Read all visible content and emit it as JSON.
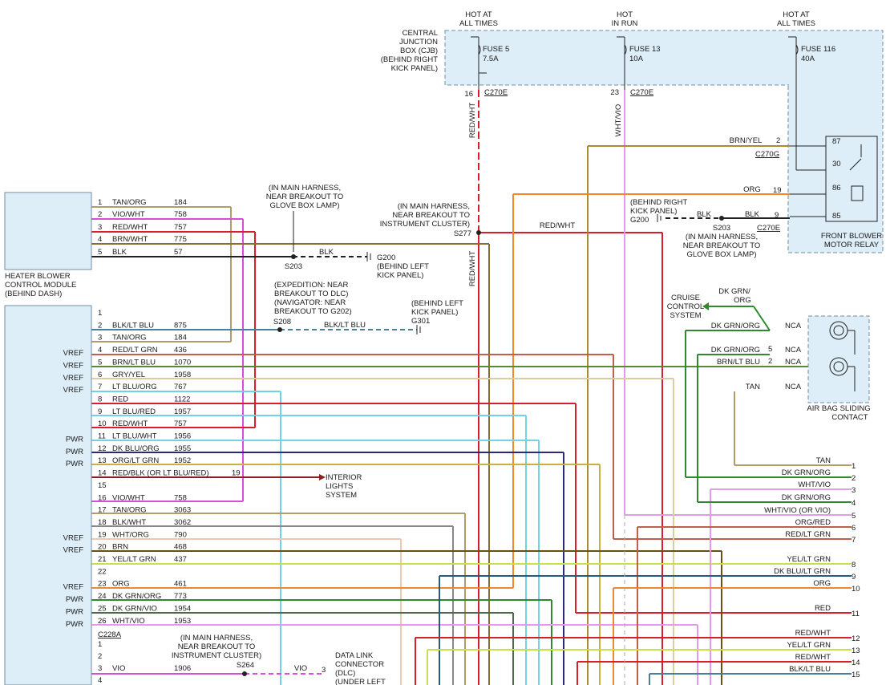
{
  "heater_module": {
    "label": [
      "HEATER BLOWER",
      "CONTROL MODULE",
      "(BEHIND DASH)"
    ],
    "pins": [
      {
        "num": "1",
        "color": "TAN/ORG",
        "circuit": "184"
      },
      {
        "num": "2",
        "color": "VIO/WHT",
        "circuit": "758"
      },
      {
        "num": "3",
        "color": "RED/WHT",
        "circuit": "757"
      },
      {
        "num": "4",
        "color": "BRN/WHT",
        "circuit": "775"
      },
      {
        "num": "5",
        "color": "BLK",
        "circuit": "57"
      }
    ]
  },
  "connector_pins": [
    {
      "num": "1",
      "side": "",
      "color": "",
      "circuit": ""
    },
    {
      "num": "2",
      "side": "",
      "color": "BLK/LT BLU",
      "circuit": "875"
    },
    {
      "num": "3",
      "side": "",
      "color": "TAN/ORG",
      "circuit": "184"
    },
    {
      "num": "4",
      "side": "VREF",
      "color": "RED/LT GRN",
      "circuit": "436"
    },
    {
      "num": "5",
      "side": "VREF",
      "color": "BRN/LT BLU",
      "circuit": "1070"
    },
    {
      "num": "6",
      "side": "VREF",
      "color": "GRY/YEL",
      "circuit": "1958"
    },
    {
      "num": "7",
      "side": "VREF",
      "color": "LT BLU/ORG",
      "circuit": "767"
    },
    {
      "num": "8",
      "side": "",
      "color": "RED",
      "circuit": "1122"
    },
    {
      "num": "9",
      "side": "",
      "color": "LT BLU/RED",
      "circuit": "1957"
    },
    {
      "num": "10",
      "side": "",
      "color": "RED/WHT",
      "circuit": "757"
    },
    {
      "num": "11",
      "side": "PWR",
      "color": "LT BLU/WHT",
      "circuit": "1956"
    },
    {
      "num": "12",
      "side": "PWR",
      "color": "DK BLU/ORG",
      "circuit": "1955"
    },
    {
      "num": "13",
      "side": "PWR",
      "color": "ORG/LT GRN",
      "circuit": "1952"
    },
    {
      "num": "14",
      "side": "",
      "color": "RED/BLK (OR LT BLU/RED)",
      "circuit": "19"
    },
    {
      "num": "15",
      "side": "",
      "color": "",
      "circuit": ""
    },
    {
      "num": "16",
      "side": "",
      "color": "VIO/WHT",
      "circuit": "758"
    },
    {
      "num": "17",
      "side": "",
      "color": "TAN/ORG",
      "circuit": "3063"
    },
    {
      "num": "18",
      "side": "",
      "color": "BLK/WHT",
      "circuit": "3062"
    },
    {
      "num": "19",
      "side": "VREF",
      "color": "WHT/ORG",
      "circuit": "790"
    },
    {
      "num": "20",
      "side": "VREF",
      "color": "BRN",
      "circuit": "468"
    },
    {
      "num": "21",
      "side": "",
      "color": "YEL/LT GRN",
      "circuit": "437"
    },
    {
      "num": "22",
      "side": "",
      "color": "",
      "circuit": ""
    },
    {
      "num": "23",
      "side": "VREF",
      "color": "ORG",
      "circuit": "461"
    },
    {
      "num": "24",
      "side": "PWR",
      "color": "DK GRN/ORG",
      "circuit": "773"
    },
    {
      "num": "25",
      "side": "PWR",
      "color": "DK GRN/VIO",
      "circuit": "1954"
    },
    {
      "num": "26",
      "side": "PWR",
      "color": "WHT/VIO",
      "circuit": "1953"
    }
  ],
  "c228a": {
    "label": "C228A",
    "pins": [
      {
        "num": "1",
        "color": "",
        "circuit": ""
      },
      {
        "num": "2",
        "color": "",
        "circuit": ""
      },
      {
        "num": "3",
        "color": "VIO",
        "circuit": "1906"
      },
      {
        "num": "4",
        "color": "",
        "circuit": ""
      }
    ]
  },
  "cjb": {
    "label": [
      "CENTRAL",
      "JUNCTION",
      "BOX (CJB)",
      "(BEHIND RIGHT",
      "KICK PANEL)"
    ],
    "feeds": [
      {
        "hot": [
          "HOT AT",
          "ALL TIMES"
        ],
        "fuse": "FUSE 5",
        "amps": "7.5A"
      },
      {
        "hot": [
          "HOT",
          "IN RUN"
        ],
        "fuse": "FUSE 13",
        "amps": "10A"
      },
      {
        "hot": [
          "HOT AT",
          "ALL TIMES"
        ],
        "fuse": "FUSE 116",
        "amps": "40A"
      }
    ],
    "pin_16": "16",
    "pin_23": "23",
    "conn": "C270E"
  },
  "wires": {
    "red_wht": "RED/WHT",
    "wht_vio": "WHT/VIO",
    "brn_yel": "BRN/YEL",
    "org": "ORG",
    "blk": "BLK",
    "blk_lt_blu": "BLK/LT BLU",
    "vio": "VIO"
  },
  "relay": {
    "label": [
      "FRONT BLOWER",
      "MOTOR RELAY"
    ],
    "terminals": [
      "87",
      "30",
      "86",
      "85"
    ],
    "pin_2": "2",
    "pin_19": "19",
    "pin_9": "9",
    "conn_g": "C270G",
    "conn_e": "C270E"
  },
  "splices": {
    "s203_main": [
      "(IN MAIN HARNESS,",
      "NEAR BREAKOUT TO",
      "GLOVE BOX LAMP)"
    ],
    "s203": "S203",
    "g200_left": [
      "G200",
      "(BEHIND LEFT",
      "KICK PANEL)"
    ],
    "s277_note": [
      "(IN MAIN HARNESS,",
      "NEAR BREAKOUT TO",
      "INSTRUMENT CLUSTER)"
    ],
    "s277": "S277",
    "s208_note": [
      "(EXPEDITION: NEAR",
      "BREAKOUT TO DLC)",
      "(NAVIGATOR: NEAR",
      "BREAKOUT TO G202)"
    ],
    "s208": "S208",
    "g301_note": [
      "(BEHIND LEFT",
      "KICK PANEL)"
    ],
    "g301": "G301",
    "g200_right_note": [
      "(BEHIND RIGHT",
      "KICK PANEL)"
    ],
    "g200": "G200",
    "s203_right": "S203",
    "s203_right_note": [
      "(IN MAIN HARNESS,",
      "NEAR BREAKOUT TO",
      "GLOVE BOX LAMP)"
    ],
    "s264_note": [
      "(IN MAIN HARNESS,",
      "NEAR BREAKOUT TO",
      "INSTRUMENT CLUSTER)"
    ],
    "s264": "S264"
  },
  "interior_lights": [
    "INTERIOR",
    "LIGHTS",
    "SYSTEM"
  ],
  "cruise": [
    "CRUISE",
    "CONTROL",
    "SYSTEM"
  ],
  "cruise_wire": [
    "DK GRN/",
    "ORG"
  ],
  "dlc": {
    "pin": "3",
    "label": [
      "DATA LINK",
      "CONNECTOR",
      "(DLC)",
      "(UNDER LEFT"
    ]
  },
  "airbag": {
    "label": [
      "AIR BAG SLIDING",
      "CONTACT"
    ],
    "rows": [
      {
        "color": "DK GRN/ORG",
        "pin": "",
        "nca": "NCA"
      },
      {
        "color": "DK GRN/ORG",
        "pin": "5",
        "nca": "NCA"
      },
      {
        "color": "BRN/LT BLU",
        "pin": "2",
        "nca": "NCA"
      },
      {
        "color": "TAN",
        "pin": "",
        "nca": "NCA"
      }
    ]
  },
  "right_pins": [
    {
      "num": "1",
      "color": "TAN"
    },
    {
      "num": "2",
      "color": "DK GRN/ORG"
    },
    {
      "num": "3",
      "color": "WHT/VIO"
    },
    {
      "num": "4",
      "color": "DK GRN/ORG"
    },
    {
      "num": "5",
      "color": "WHT/VIO (OR VIO)"
    },
    {
      "num": "6",
      "color": "ORG/RED"
    },
    {
      "num": "7",
      "color": "RED/LT GRN"
    },
    {
      "num": "8",
      "color": "YEL/LT GRN"
    },
    {
      "num": "9",
      "color": "DK BLU/LT GRN"
    },
    {
      "num": "10",
      "color": "ORG"
    },
    {
      "num": "11",
      "color": "RED"
    },
    {
      "num": "12",
      "color": "RED/WHT"
    },
    {
      "num": "13",
      "color": "YEL/LT GRN"
    },
    {
      "num": "14",
      "color": "RED/WHT"
    },
    {
      "num": "15",
      "color": "BLK/LT BLU"
    }
  ],
  "colors": {
    "tan": "#b39b6b",
    "vio_wht": "#d64fd6",
    "red": "#d81e2a",
    "brn": "#8a6d2e",
    "blk": "#222222",
    "lt_blu": "#6fd3e3",
    "org": "#ef8a2b",
    "dk_grn": "#2f8a2f",
    "yel_grn": "#c8e04a",
    "dk_blu": "#2a2a7a",
    "gry": "#9aa0a6",
    "wht_vio": "#e29be8",
    "cjb_fill": "#deeef8",
    "cjb_border": "#6d8fa3"
  }
}
